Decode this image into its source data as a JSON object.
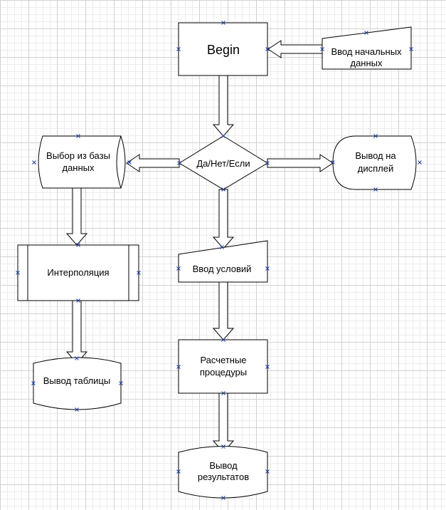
{
  "nodes": {
    "begin": {
      "label": "Begin"
    },
    "input_initial": {
      "line1": "Ввод начальных",
      "line2": "данных"
    },
    "decision": {
      "label": "Да/Нет/Если"
    },
    "db_select": {
      "line1": "Выбор из базы",
      "line2": "данных"
    },
    "display_out": {
      "line1": "Вывод на",
      "line2": "дисплей"
    },
    "interpolation": {
      "label": "Интерполяция"
    },
    "input_conditions": {
      "label": "Ввод условий"
    },
    "table_out": {
      "label": "Вывод таблицы"
    },
    "calc": {
      "line1": "Расчетные",
      "line2": "процедуры"
    },
    "results_out": {
      "line1": "Вывод",
      "line2": "результатов"
    }
  },
  "colors": {
    "grid_major": "#d2d2d2",
    "grid_minor": "#ececec",
    "connection_marker": "#1f3fa8",
    "stroke": "#000000",
    "fill": "#ffffff"
  }
}
